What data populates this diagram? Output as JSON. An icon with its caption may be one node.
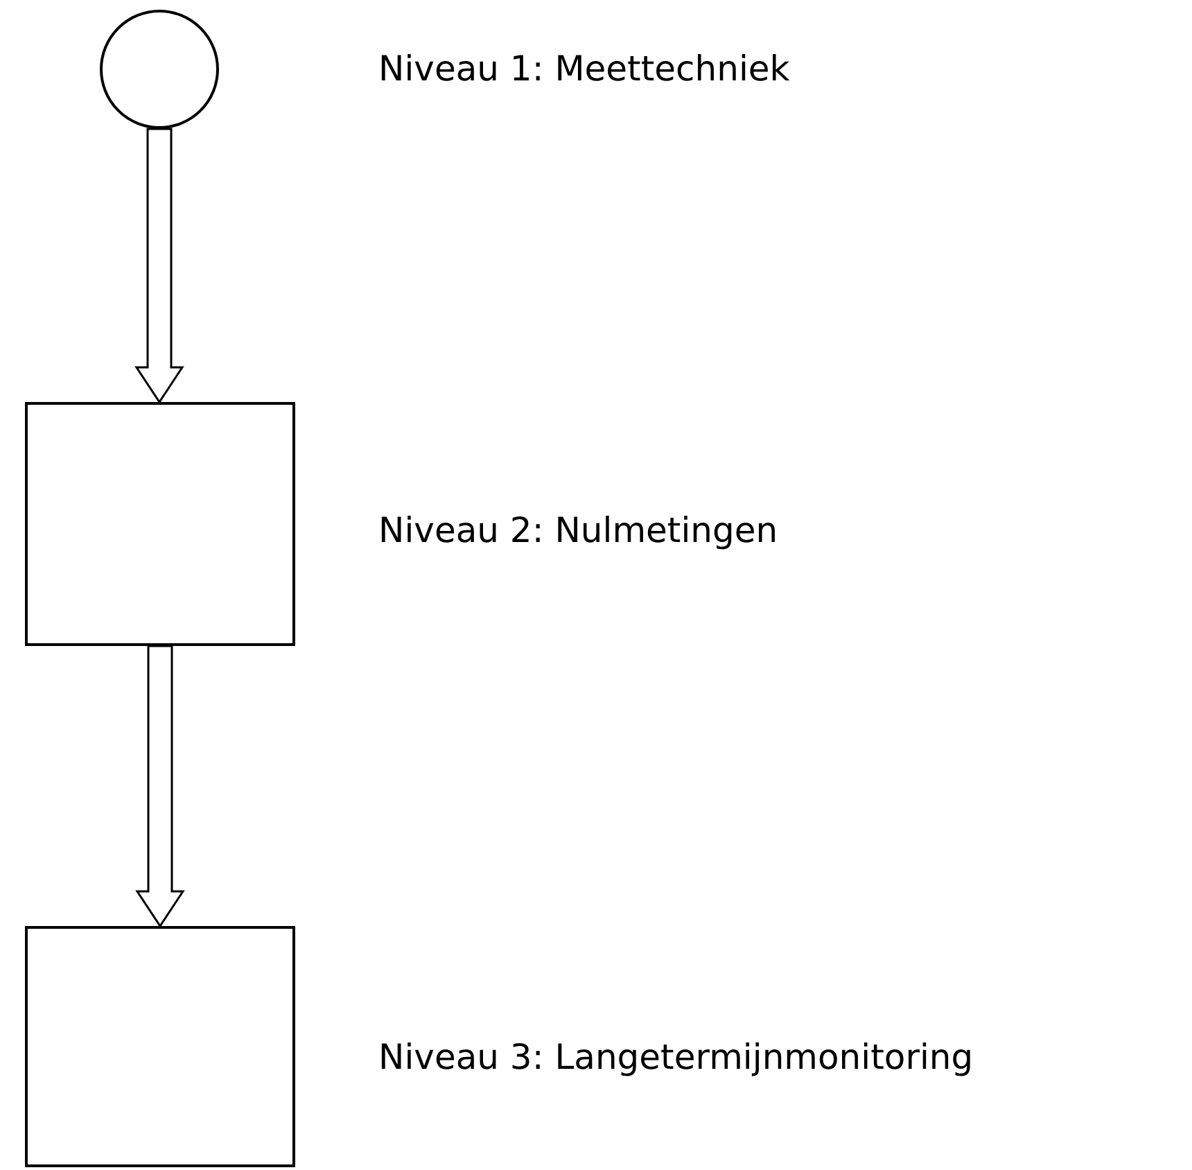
{
  "diagram": {
    "nodes": [
      {
        "text": [],
        "shape": "circle"
      },
      {
        "text": [],
        "shape": "box"
      },
      {
        "text": [],
        "shape": "box"
      }
    ],
    "edges": [
      {
        "from": 0,
        "to": 1,
        "arrow": "to"
      },
      {
        "from": 1,
        "to": 2,
        "arrow": "to"
      }
    ],
    "labels": [
      "Niveau 1: Meettechniek",
      "Niveau 2: Nulmetingen",
      "Niveau 3: Langetermijnmonitoring"
    ]
  }
}
